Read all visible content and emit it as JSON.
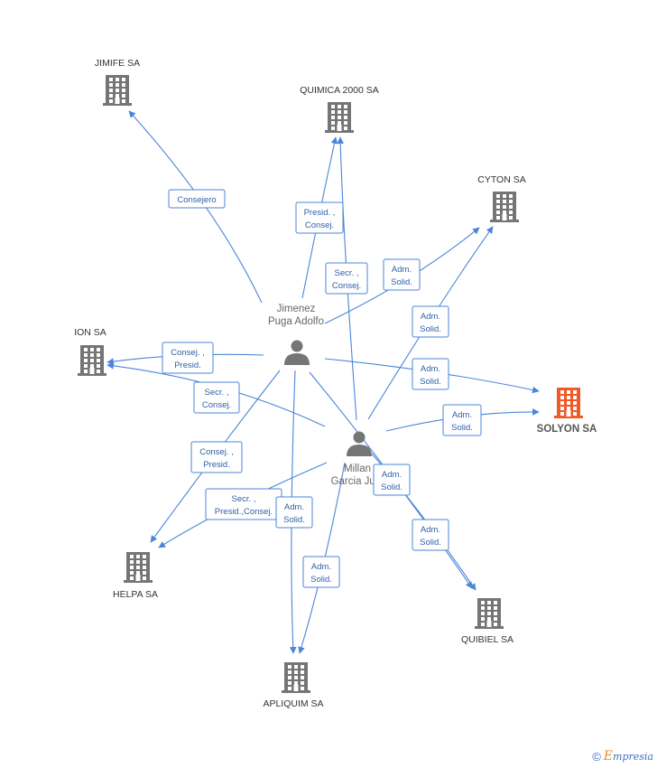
{
  "colors": {
    "edge": "#4a86d9",
    "company": "#757575",
    "focus_company": "#ef5a28",
    "person": "#757575"
  },
  "companies": [
    {
      "key": "jimife",
      "label": "JIMIFE SA"
    },
    {
      "key": "quimica",
      "label": "QUIMICA 2000 SA"
    },
    {
      "key": "cyton",
      "label": "CYTON SA"
    },
    {
      "key": "ion",
      "label": "ION SA"
    },
    {
      "key": "solyon",
      "label": "SOLYON SA"
    },
    {
      "key": "helpa",
      "label": "HELPA SA"
    },
    {
      "key": "quibiel",
      "label": "QUIBIEL SA"
    },
    {
      "key": "apliquim",
      "label": "APLIQUIM SA"
    }
  ],
  "persons": [
    {
      "key": "jimenez",
      "lines": [
        "Jimenez",
        "Puga Adolfo"
      ]
    },
    {
      "key": "millan",
      "lines": [
        "Millan",
        "Garcia Ju..."
      ]
    }
  ],
  "relations": [
    {
      "from": "jimenez",
      "to": "jimife",
      "lines": [
        "Consejero"
      ]
    },
    {
      "from": "jimenez",
      "to": "quimica",
      "lines": [
        "Presid. ,",
        "Consej."
      ]
    },
    {
      "from": "millan",
      "to": "quimica",
      "lines": [
        "Secr. ,",
        "Consej."
      ]
    },
    {
      "from": "jimenez",
      "to": "cyton",
      "lines": [
        "Adm.",
        "Solid."
      ]
    },
    {
      "from": "millan",
      "to": "cyton",
      "lines": [
        "Adm.",
        "Solid."
      ]
    },
    {
      "from": "jimenez",
      "to": "ion",
      "lines": [
        "Consej. ,",
        "Presid."
      ]
    },
    {
      "from": "millan",
      "to": "ion",
      "lines": [
        "Secr. ,",
        "Consej."
      ]
    },
    {
      "from": "jimenez",
      "to": "solyon",
      "lines": [
        "Adm.",
        "Solid."
      ]
    },
    {
      "from": "millan",
      "to": "solyon",
      "lines": [
        "Adm.",
        "Solid."
      ]
    },
    {
      "from": "jimenez",
      "to": "helpa",
      "lines": [
        "Consej. ,",
        "Presid."
      ]
    },
    {
      "from": "millan",
      "to": "helpa",
      "lines": [
        "Secr. ,",
        "Presid.,Consej."
      ]
    },
    {
      "from": "jimenez",
      "to": "apliquim",
      "lines": [
        "Adm.",
        "Solid."
      ]
    },
    {
      "from": "millan",
      "to": "apliquim",
      "lines": [
        "Adm.",
        "Solid."
      ]
    },
    {
      "from": "millan",
      "to": "quibiel",
      "lines": [
        "Adm.",
        "Solid."
      ]
    },
    {
      "from": "jimenez",
      "to": "quibiel",
      "lines": [
        "Adm.",
        "Solid."
      ]
    }
  ],
  "footer": {
    "copyright": "©",
    "brand_initial": "E",
    "brand_rest": "mpresia"
  }
}
